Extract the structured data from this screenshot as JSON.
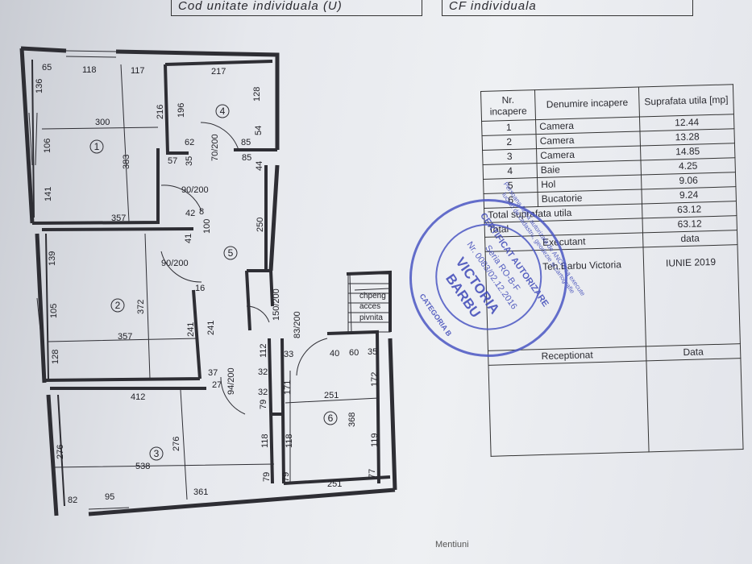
{
  "header": {
    "left": "Cod unitate individuala (U)",
    "right": "CF individuala"
  },
  "plan": {
    "rooms": [
      "1",
      "2",
      "3",
      "4",
      "5",
      "6"
    ],
    "stair_label": [
      "chpeng",
      "acces",
      "pivnita"
    ],
    "dims": [
      "65",
      "118",
      "117",
      "217",
      "136",
      "128",
      "300",
      "216",
      "196",
      "383",
      "106",
      "62",
      "70/200",
      "85",
      "54",
      "57",
      "35",
      "85",
      "44",
      "90/200",
      "141",
      "357",
      "42",
      "8",
      "100",
      "250",
      "41",
      "139",
      "90/200",
      "372",
      "16",
      "105",
      "357",
      "241",
      "241",
      "150/200",
      "128",
      "83/200",
      "112",
      "33",
      "40",
      "60",
      "35",
      "37",
      "27",
      "94/200",
      "32",
      "172",
      "412",
      "171",
      "251",
      "32",
      "79",
      "276",
      "276",
      "368",
      "538",
      "118",
      "118",
      "119",
      "82",
      "95",
      "361",
      "79",
      "79",
      "251",
      "77"
    ]
  },
  "table": {
    "headers": [
      "Nr. incapere",
      "Denumire incapere",
      "Suprafata utila [mp]"
    ],
    "rows": [
      {
        "nr": "1",
        "name": "Camera",
        "area": "12.44"
      },
      {
        "nr": "2",
        "name": "Camera",
        "area": "13.28"
      },
      {
        "nr": "3",
        "name": "Camera",
        "area": "14.85"
      },
      {
        "nr": "4",
        "name": "Baie",
        "area": "4.25"
      },
      {
        "nr": "5",
        "name": "Hol",
        "area": "9.06"
      },
      {
        "nr": "6",
        "name": "Bucatorie",
        "area": "9.24"
      }
    ],
    "total_util_label": "Total suprafata utila",
    "total_util": "63.12",
    "total_label": "Total",
    "total": "63.12",
    "executant_label": "Executant",
    "data_label": "data",
    "executant_name": "Teh.Barbu Victoria",
    "executant_date": "IUNIE 2019",
    "receptionat_label": "Receptionat",
    "receptionat_data": "Data"
  },
  "stamp": {
    "ring": "Persoana fizica autorizata de ANCPI sa execute lucrari de cadastru, geodezie si cartografie",
    "category": "CATEGORIA B",
    "center": "CERTIFICAT AUTORIZARE",
    "series": "Seria RO-B-F",
    "nr": "Nr. 0083/02.12.2016",
    "name1": "VICTORIA",
    "name2": "BARBU",
    "color": "#3d48b8"
  },
  "footer": "Mentiuni"
}
